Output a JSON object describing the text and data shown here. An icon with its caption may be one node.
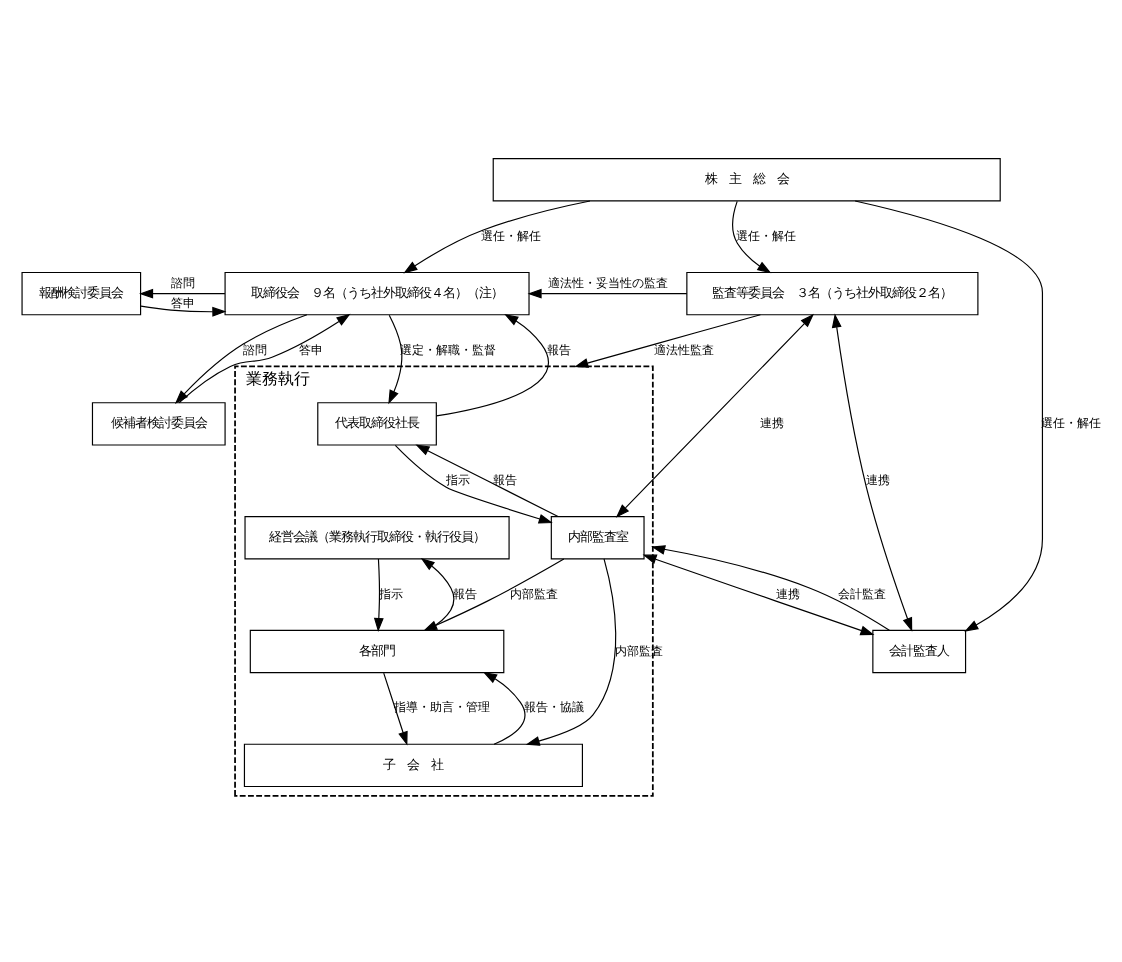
{
  "diagram": {
    "nodes": [
      {
        "text": [
          "株　主　総　会"
        ]
      },
      {
        "text": [
          "報酬検討委員会"
        ]
      },
      {
        "text": [
          "候補者検討委員会"
        ]
      },
      {
        "text": [
          "取締役会　９名（うち社外取締役４名）（注）"
        ]
      },
      {
        "text": [
          "監査等委員会　３名（うち社外取締役２名）"
        ]
      },
      {
        "text": [
          "業務執行"
        ]
      },
      {
        "text": [
          "代表取締役社長"
        ],
        "in": 5
      },
      {
        "text": [
          "経営会議（業務執行取締役・執行役員）"
        ],
        "in": 5
      },
      {
        "text": [
          "内部監査室"
        ],
        "in": 5
      },
      {
        "text": [
          "各部門"
        ],
        "in": 5
      },
      {
        "text": [
          "子　会　社"
        ],
        "in": 5
      },
      {
        "text": [
          "会計監査人"
        ]
      }
    ],
    "edges": [
      {
        "from": 0,
        "to": 3,
        "arrow": "to",
        "label": "選任・解任"
      },
      {
        "from": 0,
        "to": 4,
        "arrow": "to",
        "label": "選任・解任"
      },
      {
        "from": 0,
        "to": 11,
        "arrow": "to",
        "label": "選任・解任"
      },
      {
        "from": 3,
        "to": 1,
        "arrow": "to",
        "label": "諮問"
      },
      {
        "from": 1,
        "to": 3,
        "arrow": "to",
        "label": "答申"
      },
      {
        "from": 3,
        "to": 2,
        "arrow": "to",
        "label": "諮問"
      },
      {
        "from": 2,
        "to": 3,
        "arrow": "to",
        "label": "答申"
      },
      {
        "from": 4,
        "to": 3,
        "arrow": "to",
        "label": "適法性・妥当性の監査"
      },
      {
        "from": 6,
        "to": 3,
        "arrow": "to",
        "label": "報告"
      },
      {
        "from": 3,
        "to": 6,
        "arrow": "to",
        "label": "選定・解職・監督"
      },
      {
        "from": 4,
        "to": 5,
        "arrow": "to",
        "label": "適法性監査"
      },
      {
        "from": 4,
        "to": 8,
        "arrow": "both",
        "label": "連携"
      },
      {
        "from": 4,
        "to": 11,
        "arrow": "both",
        "label": "連携"
      },
      {
        "from": 8,
        "to": 11,
        "arrow": "both",
        "label": "連携"
      },
      {
        "from": 11,
        "to": 5,
        "arrow": "to",
        "label": "会計監査"
      },
      {
        "from": 8,
        "to": 6,
        "arrow": "to",
        "label": "報告"
      },
      {
        "from": 6,
        "to": 8,
        "arrow": "to",
        "label": "指示"
      },
      {
        "from": 9,
        "to": 7,
        "arrow": "to",
        "label": "報告"
      },
      {
        "from": 7,
        "to": 9,
        "arrow": "to",
        "label": "指示"
      },
      {
        "from": 8,
        "to": 9,
        "arrow": "to",
        "label": "内部監査"
      },
      {
        "from": 8,
        "to": 10,
        "arrow": "to",
        "label": "内部監査"
      },
      {
        "from": 10,
        "to": 9,
        "arrow": "to",
        "label": "報告・協議"
      },
      {
        "from": 9,
        "to": 10,
        "arrow": "to",
        "label": "指導・助言・管理"
      }
    ]
  }
}
